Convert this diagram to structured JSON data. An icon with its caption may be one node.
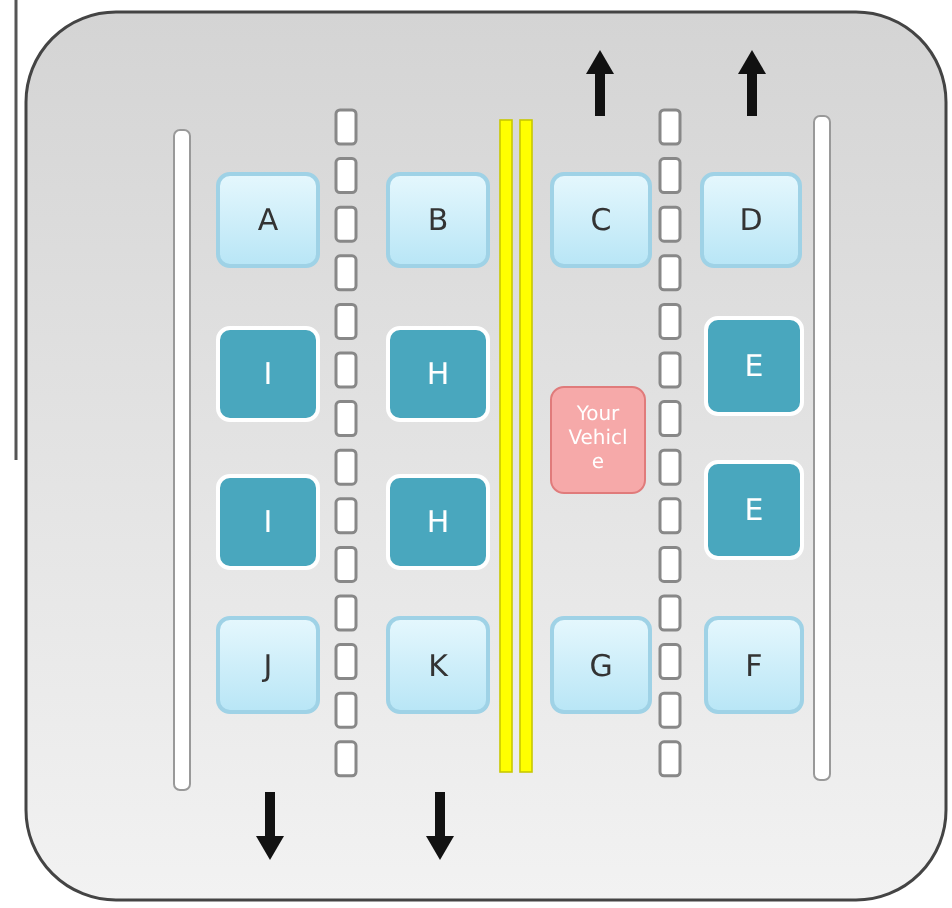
{
  "diagram": {
    "nodes": [
      {
        "text": [
          "A"
        ]
      },
      {
        "text": [
          "B"
        ]
      },
      {
        "text": [
          "C"
        ]
      },
      {
        "text": [
          "D"
        ]
      },
      {
        "text": [
          "I"
        ]
      },
      {
        "text": [
          "H"
        ]
      },
      {
        "text": [
          "Your Vehicle"
        ]
      },
      {
        "text": [
          "E"
        ]
      },
      {
        "text": [
          "I"
        ]
      },
      {
        "text": [
          "H"
        ]
      },
      {
        "text": [
          "E"
        ]
      },
      {
        "text": [
          "J"
        ]
      },
      {
        "text": [
          "K"
        ]
      },
      {
        "text": [
          "G"
        ]
      },
      {
        "text": [
          "F"
        ]
      }
    ]
  }
}
